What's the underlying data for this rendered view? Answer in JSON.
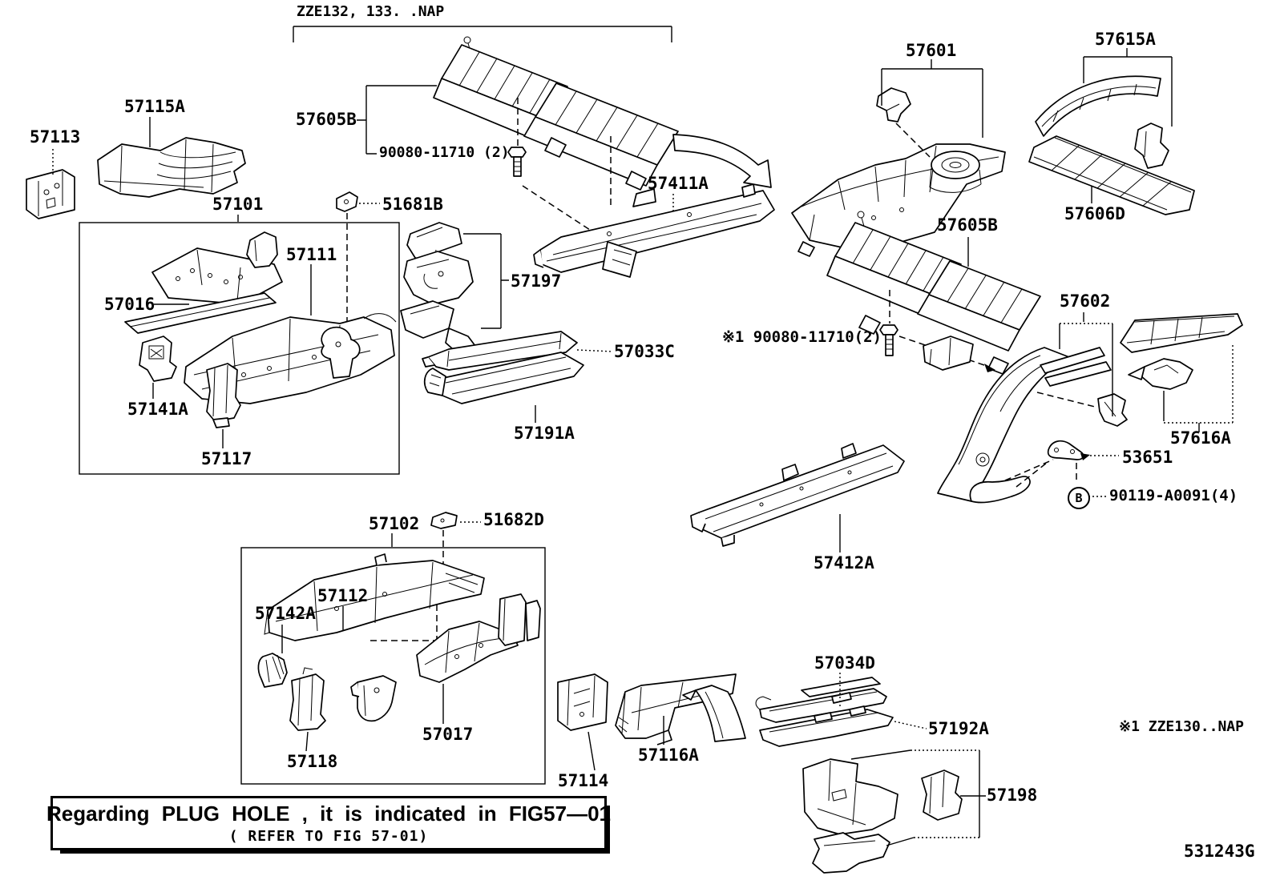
{
  "page": {
    "background": "#ffffff",
    "ink": "#000000"
  },
  "notes": {
    "top_variant": "ZZE132, 133. .NAP",
    "bottom_variant": "※1 ZZE130..NAP",
    "figure_code": "531243G",
    "plug_line1": "Regarding PLUG HOLE , it is indicated in FIG57—01",
    "plug_line2": "( REFER TO FIG 57-01)"
  },
  "markers": {
    "b": "B"
  },
  "icons": [
    "bolt-icon",
    "direction-arrow-icon",
    "b-marker-icon"
  ],
  "labels": [
    {
      "id": "57113",
      "text": "57113"
    },
    {
      "id": "57115A",
      "text": "57115A"
    },
    {
      "id": "57605B-left",
      "text": "57605B"
    },
    {
      "id": "90080-left",
      "text": "90080-11710 (2)"
    },
    {
      "id": "57101",
      "text": "57101"
    },
    {
      "id": "51681B",
      "text": "51681B"
    },
    {
      "id": "57111",
      "text": "57111"
    },
    {
      "id": "57016",
      "text": "57016"
    },
    {
      "id": "57141A",
      "text": "57141A"
    },
    {
      "id": "57117",
      "text": "57117"
    },
    {
      "id": "57197",
      "text": "57197"
    },
    {
      "id": "57033C",
      "text": "57033C"
    },
    {
      "id": "57191A",
      "text": "57191A"
    },
    {
      "id": "57411A",
      "text": "57411A"
    },
    {
      "id": "57601",
      "text": "57601"
    },
    {
      "id": "57615A",
      "text": "57615A"
    },
    {
      "id": "57606D",
      "text": "57606D"
    },
    {
      "id": "57605B-right",
      "text": "57605B"
    },
    {
      "id": "90080-right",
      "text": "※1 90080-11710(2)"
    },
    {
      "id": "57602",
      "text": "57602"
    },
    {
      "id": "57616A",
      "text": "57616A"
    },
    {
      "id": "53651",
      "text": "53651"
    },
    {
      "id": "90119",
      "text": "90119-A0091(4)"
    },
    {
      "id": "57412A",
      "text": "57412A"
    },
    {
      "id": "57102",
      "text": "57102"
    },
    {
      "id": "51682D",
      "text": "51682D"
    },
    {
      "id": "57112",
      "text": "57112"
    },
    {
      "id": "57142A",
      "text": "57142A"
    },
    {
      "id": "57118",
      "text": "57118"
    },
    {
      "id": "57017",
      "text": "57017"
    },
    {
      "id": "57114",
      "text": "57114"
    },
    {
      "id": "57116A",
      "text": "57116A"
    },
    {
      "id": "57034D",
      "text": "57034D"
    },
    {
      "id": "57192A",
      "text": "57192A"
    },
    {
      "id": "57198",
      "text": "57198"
    }
  ]
}
